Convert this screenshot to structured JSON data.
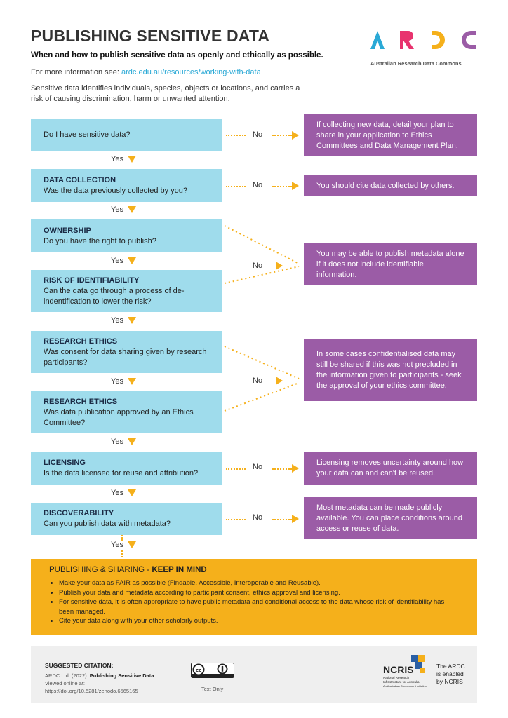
{
  "header": {
    "title": "PUBLISHING SENSITIVE DATA",
    "subtitle": "When and how to publish sensitive data as openly and ethically as possible.",
    "info_prefix": "For more information see: ",
    "info_link": "ardc.edu.au/resources/working-with-data",
    "intro": "Sensitive data identifies individuals, species, objects or locations, and carries a risk of causing discrimination, harm or unwanted attention."
  },
  "logo": {
    "letters": "ARDC",
    "org": "Australian Research Data Commons"
  },
  "flow": {
    "yes": "Yes",
    "no": "No",
    "q1": {
      "text": "Do I have sensitive data?"
    },
    "a1": "If collecting new data, detail your plan to share in your application to Ethics Committees and Data Management Plan.",
    "q2": {
      "heading": "DATA COLLECTION",
      "text": "Was the data previously collected by you?"
    },
    "a2": "You should cite data collected by others.",
    "q3": {
      "heading": "OWNERSHIP",
      "text": "Do you have the right to publish?"
    },
    "q4": {
      "heading": "RISK OF IDENTIFIABILITY",
      "text": "Can the data go through a process of de-indentification to lower the risk?"
    },
    "a34": "You may be able to publish metadata alone if it does not include identifiable information.",
    "q5": {
      "heading": "RESEARCH ETHICS",
      "text": "Was consent for data sharing given by research participants?"
    },
    "q6": {
      "heading": "RESEARCH ETHICS",
      "text": "Was data publication approved by an Ethics Committee?"
    },
    "a56": "In some cases confidentialised data may still be shared if this was not precluded in the information given to participants - seek the approval of your ethics committee.",
    "q7": {
      "heading": "LICENSING",
      "text": "Is the data licensed for reuse and attribution?"
    },
    "a7": "Licensing removes uncertainty around how your data can and can't be reused.",
    "q8": {
      "heading": "DISCOVERABILITY",
      "text": "Can you publish data with metadata?"
    },
    "a8": "Most metadata can be made publicly available. You can place conditions around access or reuse of data."
  },
  "keep": {
    "title_prefix": "PUBLISHING & SHARING - ",
    "title_bold": "KEEP IN MIND",
    "items": [
      "Make your data as FAIR as possible (Findable, Accessible, Interoperable and Reusable).",
      "Publish your data and metadata according to participant consent, ethics approval and licensing.",
      "For sensitive data, it is often appropriate to have public metadata and conditional access to the data whose risk of identifiability has been managed.",
      "Cite your data along with your other scholarly outputs."
    ]
  },
  "footer": {
    "citation_heading": "SUGGESTED CITATION:",
    "citation_prefix": "ARDC Ltd. (2022). ",
    "citation_title": "Publishing Sensitive Data",
    "citation_viewed": "Viewed online at:",
    "citation_url": "https://doi.org/10.5281/zenodo.6565165",
    "cc_label": "Text Only",
    "ncris_name": "NCRIS",
    "ncris_sub": "National Research Infrastructure for Australia",
    "ncris_tag": "An Australian Government Initiative",
    "enabled": "The ARDC is enabled by NCRIS"
  },
  "colors": {
    "question": "#9fdcec",
    "answer": "#9b5ca6",
    "accent": "#f5b01b"
  }
}
